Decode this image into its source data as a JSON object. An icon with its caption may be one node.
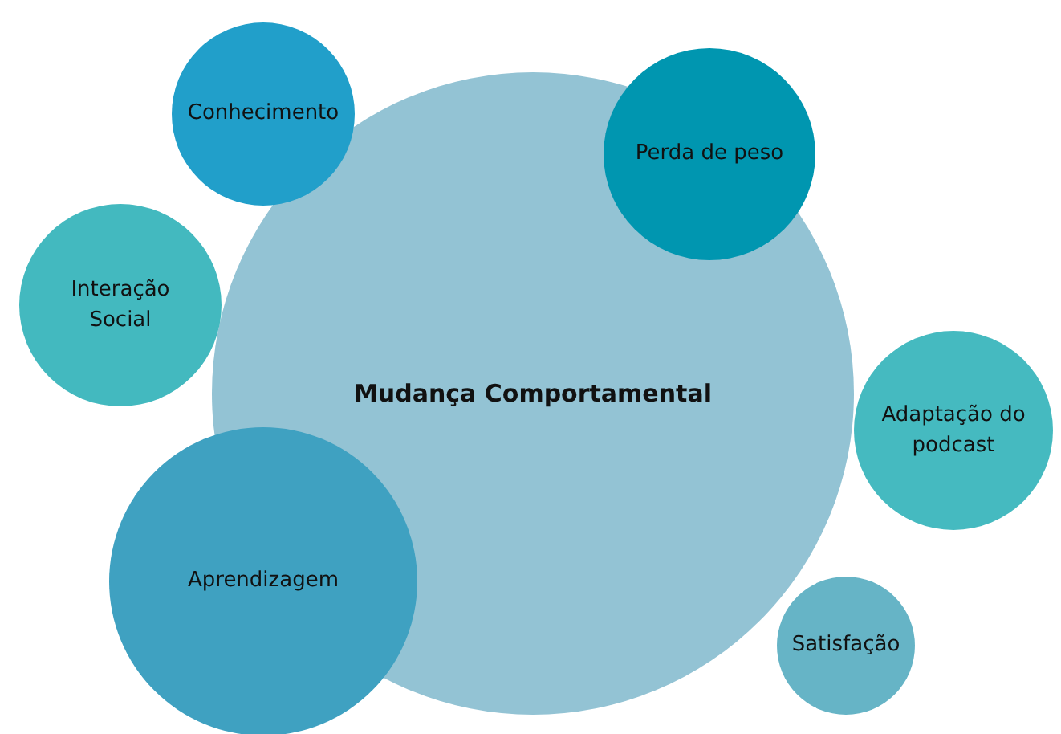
{
  "diagram": {
    "nodes": [
      {
        "text": [
          "Conhecimento"
        ]
      },
      {
        "text": [
          "Perda de peso"
        ]
      },
      {
        "text": [
          "Interação Social"
        ]
      },
      {
        "text": [
          "Mudança Comportamental"
        ]
      },
      {
        "text": [
          "Adaptação do podcast"
        ]
      },
      {
        "text": [
          "Aprendizagem"
        ]
      },
      {
        "text": [
          "Satisfação"
        ]
      }
    ]
  }
}
